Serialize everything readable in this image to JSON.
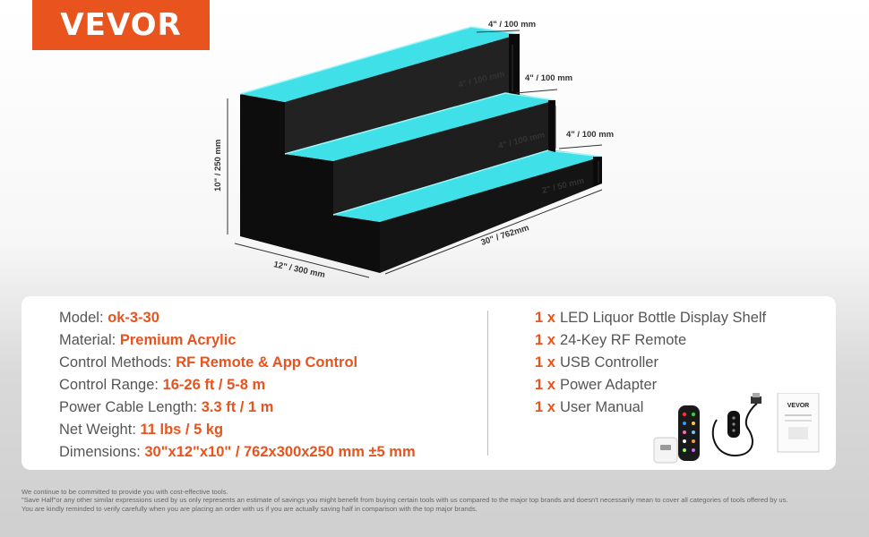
{
  "brand": {
    "name": "VEVOR",
    "color": "#e8531e"
  },
  "dimensions": {
    "top_depth": "4\" / 100 mm",
    "top_riser": "4\" / 100 mm",
    "mid_depth": "4\" / 100 mm",
    "mid_riser": "4\" / 100 mm",
    "low_depth": "4\" / 100 mm",
    "low_riser": "2\" / 50 mm",
    "height": "10\" / 250 mm",
    "depth": "12\" / 300 mm",
    "width": "30\" / 762mm"
  },
  "specs": [
    {
      "label": "Model: ",
      "value": "ok-3-30"
    },
    {
      "label": "Material: ",
      "value": "Premium Acrylic"
    },
    {
      "label": "Control Methods: ",
      "value": "RF Remote & App Control"
    },
    {
      "label": "Control Range: ",
      "value": "16-26 ft / 5-8 m"
    },
    {
      "label": "Power Cable Length:  ",
      "value": "3.3 ft / 1 m"
    },
    {
      "label": "Net Weight: ",
      "value": "11 lbs / 5 kg"
    },
    {
      "label": "Dimensions: ",
      "value": "30\"x12\"x10\" / 762x300x250 mm ±5 mm"
    }
  ],
  "contents": [
    {
      "qty": "1 x",
      "item": "LED Liquor Bottle Display Shelf"
    },
    {
      "qty": "1 x",
      "item": "24-Key RF Remote"
    },
    {
      "qty": "1 x",
      "item": "USB Controller"
    },
    {
      "qty": "1 x",
      "item": "Power Adapter"
    },
    {
      "qty": "1 x",
      "item": "User Manual"
    }
  ],
  "manual_brand": "VEVOR",
  "disclaimer": [
    "We continue to be committed to provide you with cost-effective tools.",
    "\"Save Half\"or any other similar expressions used by us only represents an estimate of savings you might benefit from buying certain tools with us compared to the major top brands and doesn't necessarily mean to cover all categories of tools offered by us.",
    "You are kindly reminded to verify carefully when you are placing an order with us if you are actually saving half in comparison with the top major brands."
  ],
  "colors": {
    "accent": "#e8531e",
    "led": "#3fe0e8",
    "shelf": "#151515"
  }
}
